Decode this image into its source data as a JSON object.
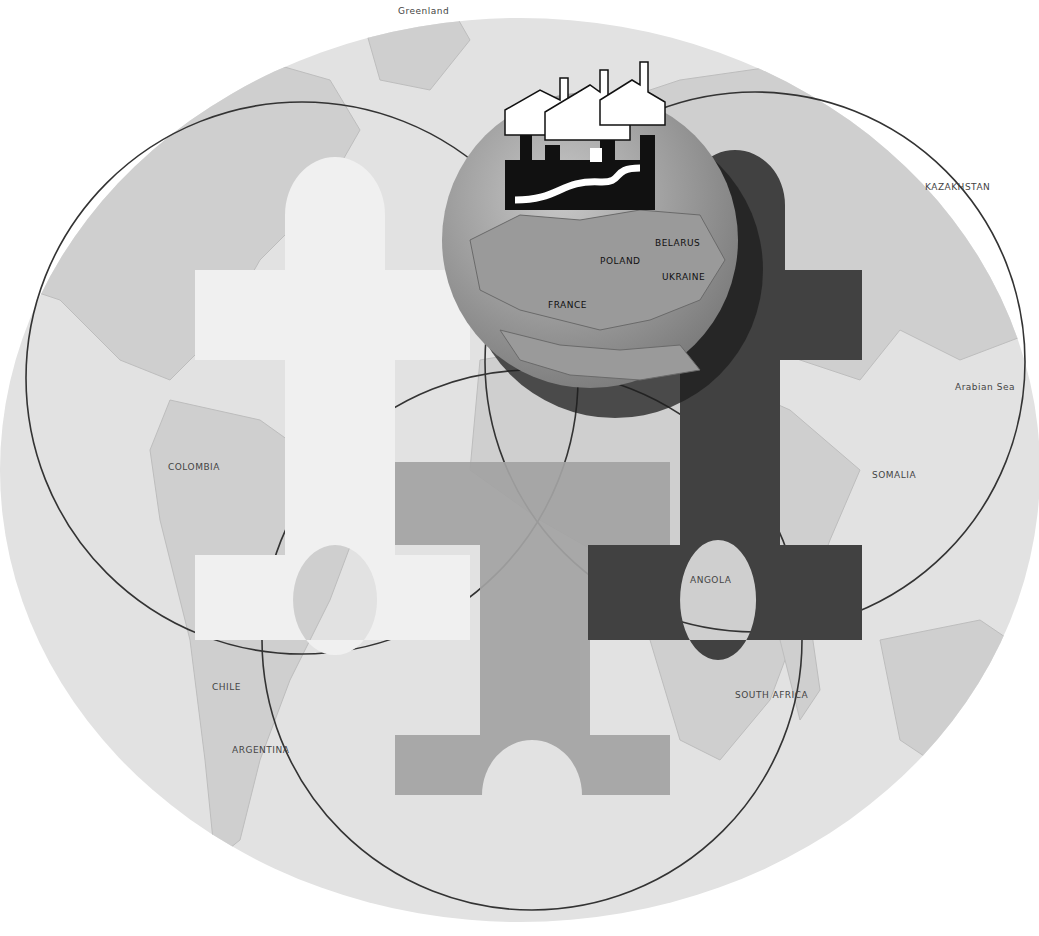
{
  "diagram": {
    "labels": [
      "Greenland",
      "KAZAKHSTAN",
      "BELARUS",
      "POLAND",
      "UKRAINE",
      "FRANCE",
      "COLOMBIA",
      "SOMALIA",
      "Arabian Sea",
      "ANGOLA",
      "SOUTH AFRICA",
      "CHILE",
      "ARGENTINA"
    ]
  }
}
